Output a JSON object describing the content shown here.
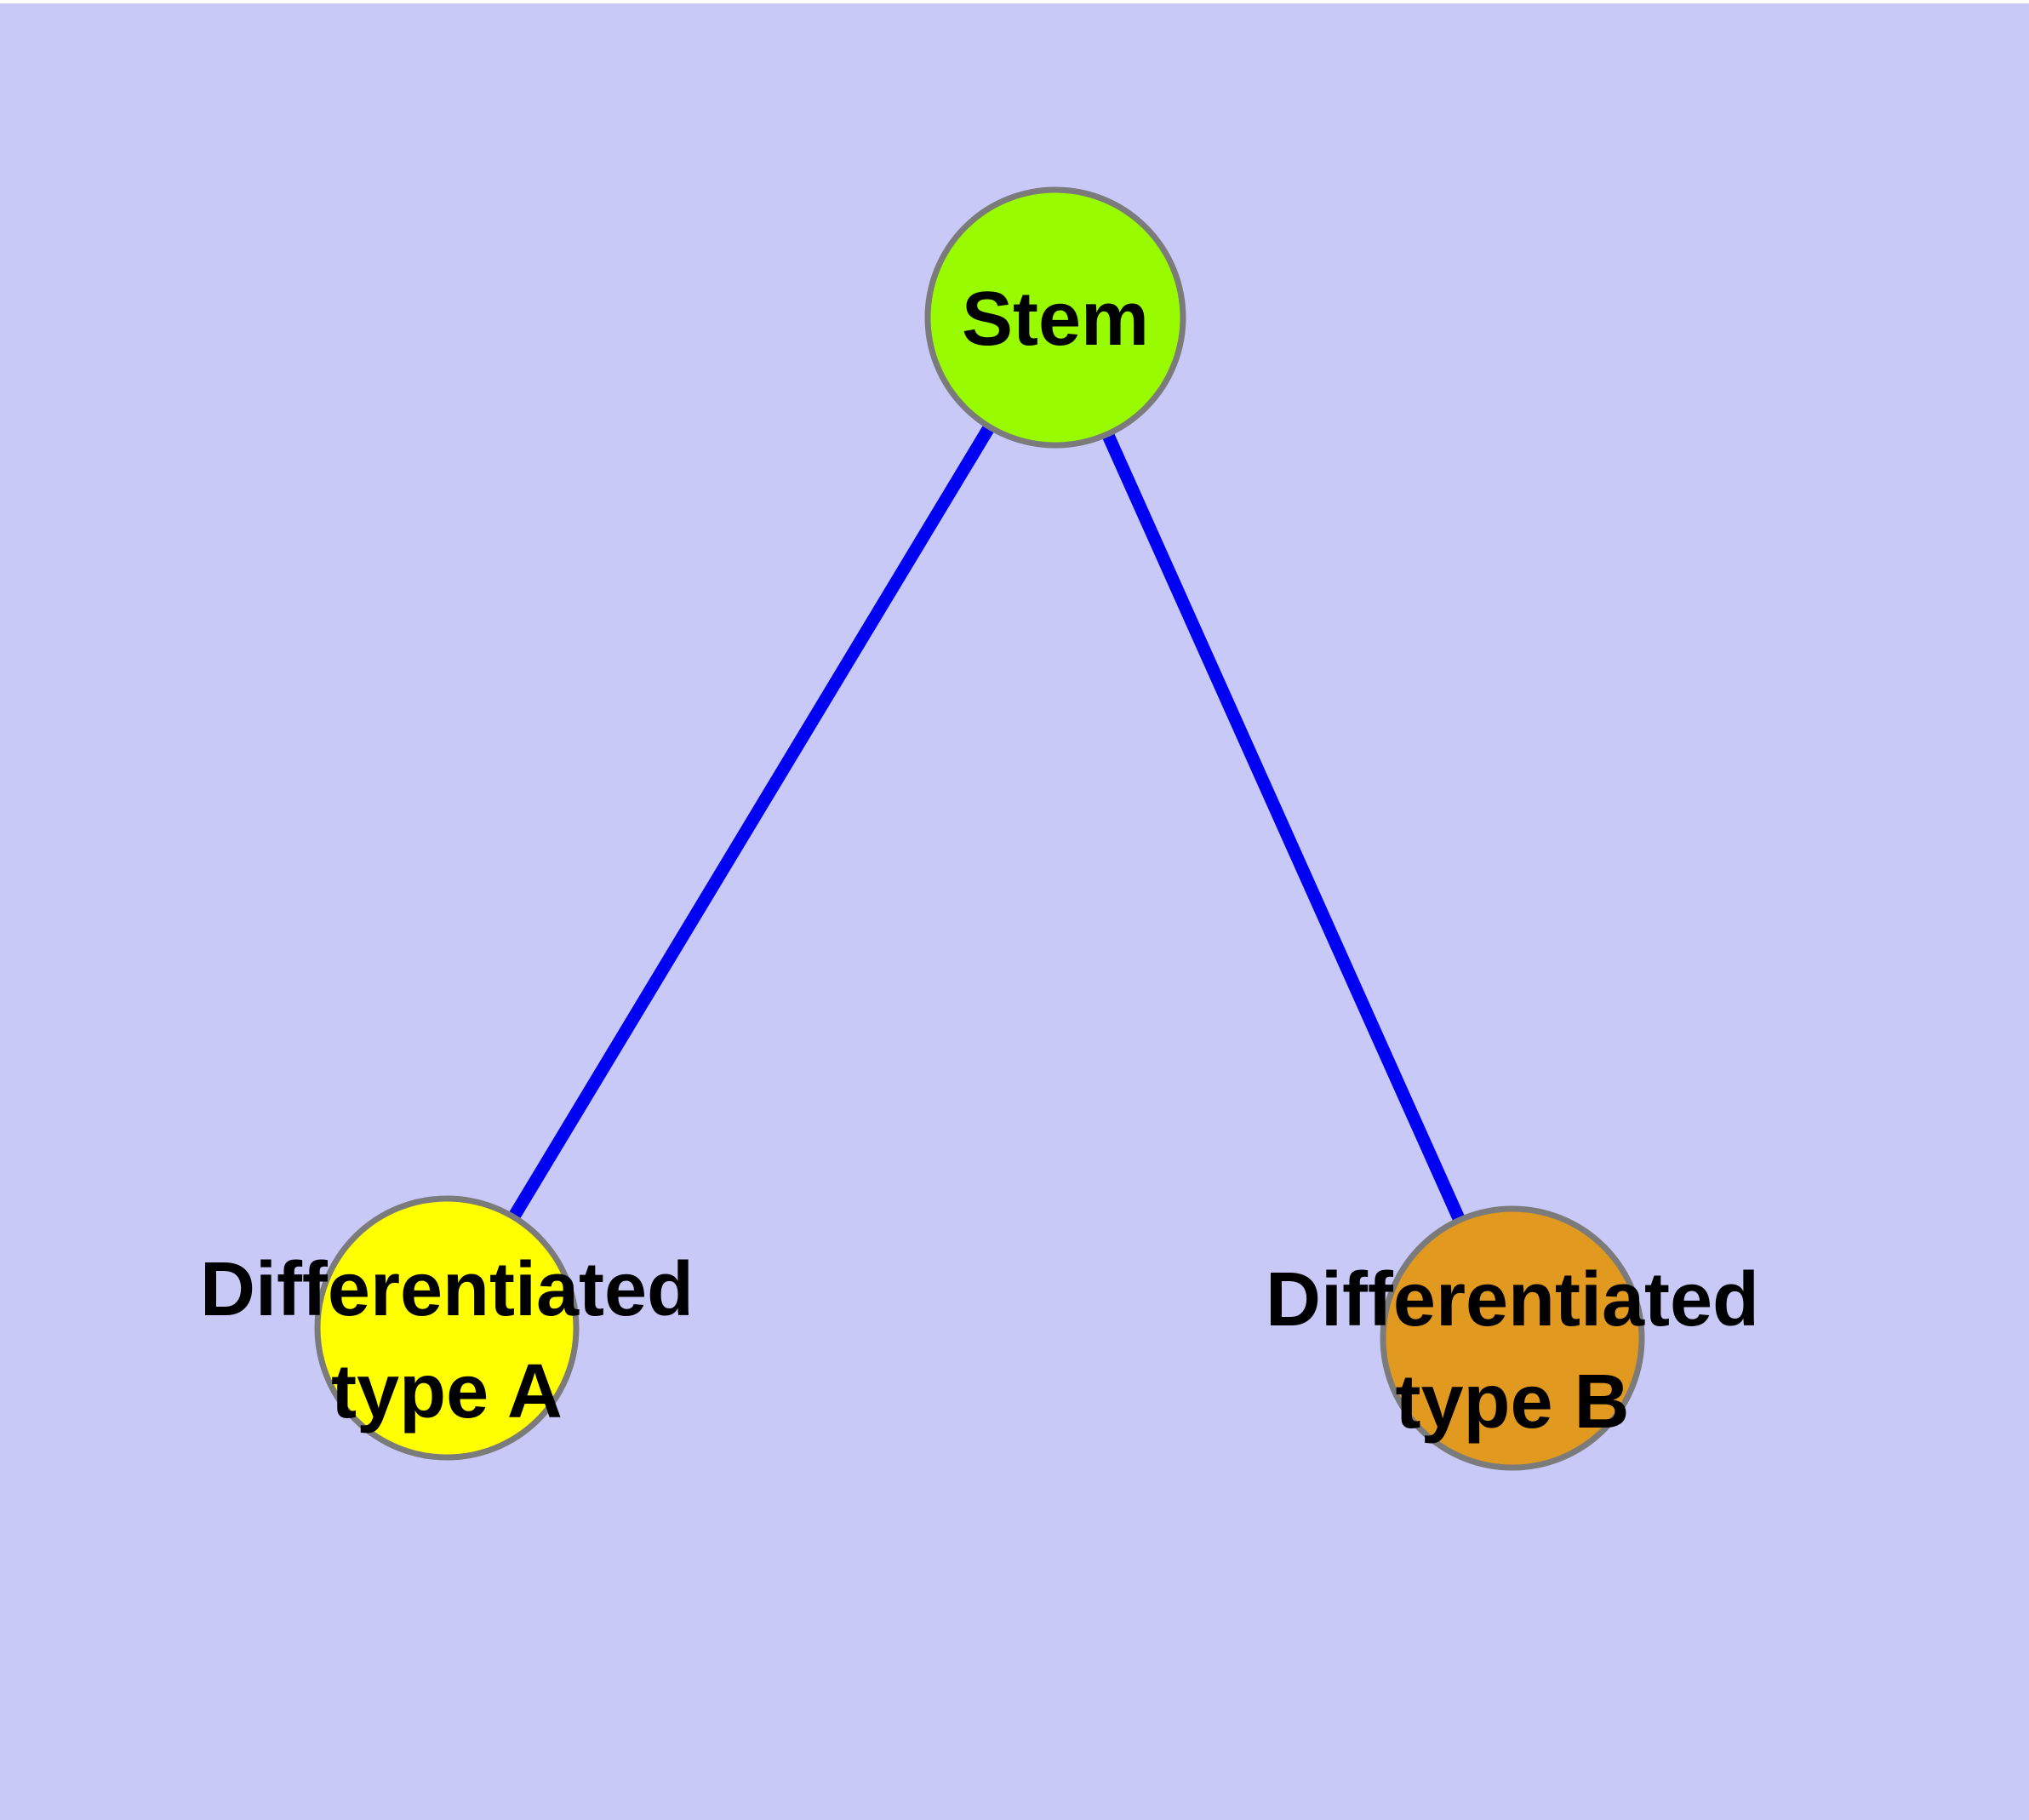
{
  "canvas": {
    "background_color": "#C9C9F8",
    "top_edge_color": "#FFFFFF"
  },
  "graph": {
    "type": "node-link-diagram",
    "text_color": "#000000",
    "node_border_color": "#7B7B7B",
    "edge_color": "#0202F2",
    "nodes": [
      {
        "id": "stem",
        "label": "Stem",
        "lines": [
          "Stem"
        ],
        "fill_color": "#99FB00"
      },
      {
        "id": "differentiated-type-a",
        "label": "Differentiated type A",
        "lines": [
          "Differentiated",
          "type A"
        ],
        "fill_color": "#FFFF00"
      },
      {
        "id": "differentiated-type-b",
        "label": "Differentiated type B",
        "lines": [
          "Differentiated",
          "type B"
        ],
        "fill_color": "#E1991F"
      }
    ],
    "edges": [
      {
        "from": "Stem",
        "to": "Differentiated type A"
      },
      {
        "from": "Stem",
        "to": "Differentiated type B"
      }
    ]
  }
}
